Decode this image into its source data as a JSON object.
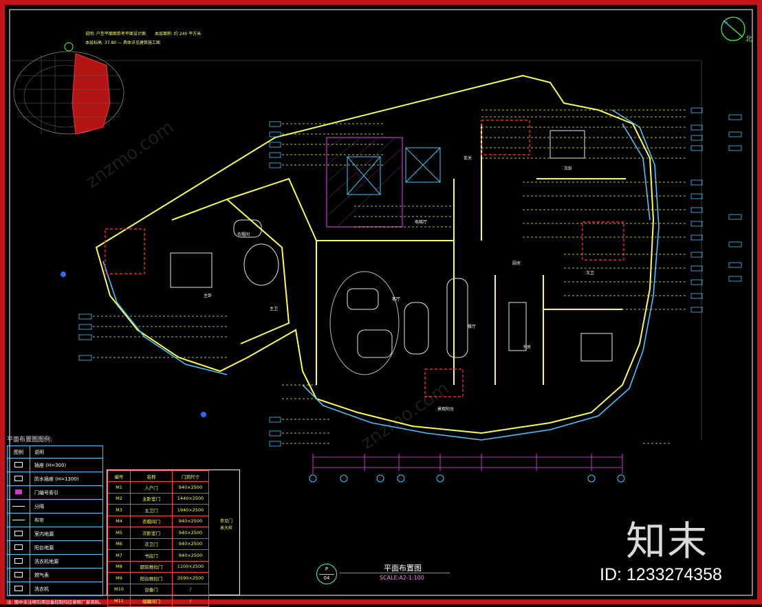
{
  "compass": {
    "north_label": "北"
  },
  "keyplan": {
    "note_line1": "说明: 户型平面图参考平面设计图",
    "note_line2": "本层面积: 约 240 平方米",
    "note_line3": "本层标高: 37.80 — 具体详见建筑施工图"
  },
  "room_labels": [
    "主卧",
    "衣帽间",
    "主卫",
    "客厅",
    "餐厅",
    "厨房",
    "书房",
    "次卧",
    "次卫",
    "景观阳台",
    "电梯厅",
    "玄关"
  ],
  "legend": {
    "title": "平面布置图图例:",
    "header_icon": "图例",
    "header_desc": "说明",
    "rows": [
      {
        "icon": "outlet-icon",
        "desc": "插座 (H=300)"
      },
      {
        "icon": "outlet-icon",
        "desc": "防水插座 (H=1300)"
      },
      {
        "icon": "door-tag-icon",
        "desc": "门编号索引"
      },
      {
        "icon": "line-icon",
        "desc": "分隔"
      },
      {
        "icon": "line-icon",
        "desc": "布帘"
      },
      {
        "icon": "box-icon",
        "desc": "室内地漏"
      },
      {
        "icon": "box-icon",
        "desc": "阳台地漏"
      },
      {
        "icon": "box-icon",
        "desc": "洗衣机地漏"
      },
      {
        "icon": "box-icon",
        "desc": "燃气表"
      },
      {
        "icon": "box-icon",
        "desc": "洗衣机"
      }
    ],
    "footnote": "注: 图中未注明引用设备控制均应参照厂家资料。"
  },
  "door_schedule": {
    "headers": [
      "编号",
      "名称",
      "门洞尺寸"
    ],
    "rows": [
      [
        "M1",
        "入户门",
        "940×2500"
      ],
      [
        "M2",
        "主卧室门",
        "1440×2500"
      ],
      [
        "M3",
        "主卫门",
        "1940×2500"
      ],
      [
        "M4",
        "衣帽间门",
        "940×2500"
      ],
      [
        "M5",
        "次卧室门",
        "940×2500"
      ],
      [
        "M6",
        "次卫门",
        "940×2500"
      ],
      [
        "M7",
        "书房门",
        "940×2500"
      ],
      [
        "M8",
        "厨房推拉门",
        "1100×2500"
      ],
      [
        "M9",
        "阳台推拉门",
        "3590×2500"
      ],
      [
        "M10",
        "设备门",
        "/"
      ],
      [
        "M11",
        "储藏间门",
        "/"
      ]
    ],
    "side_note": "参见门表大样"
  },
  "title_block": {
    "symbol_top": "P",
    "symbol_bottom": "04",
    "title": "平面布置图",
    "scale": "SCALE:A2-1:100"
  },
  "watermark": {
    "logo": "知末",
    "id_label": "ID: 1233274358",
    "site": "znzmo.com"
  },
  "colors": {
    "frame": "#c0161b",
    "wall": "#ffff40",
    "curtain": "#40c8ff",
    "dim": "#ff40ff",
    "hatch": "#9a2fa0",
    "tag": "#40ffb0"
  }
}
